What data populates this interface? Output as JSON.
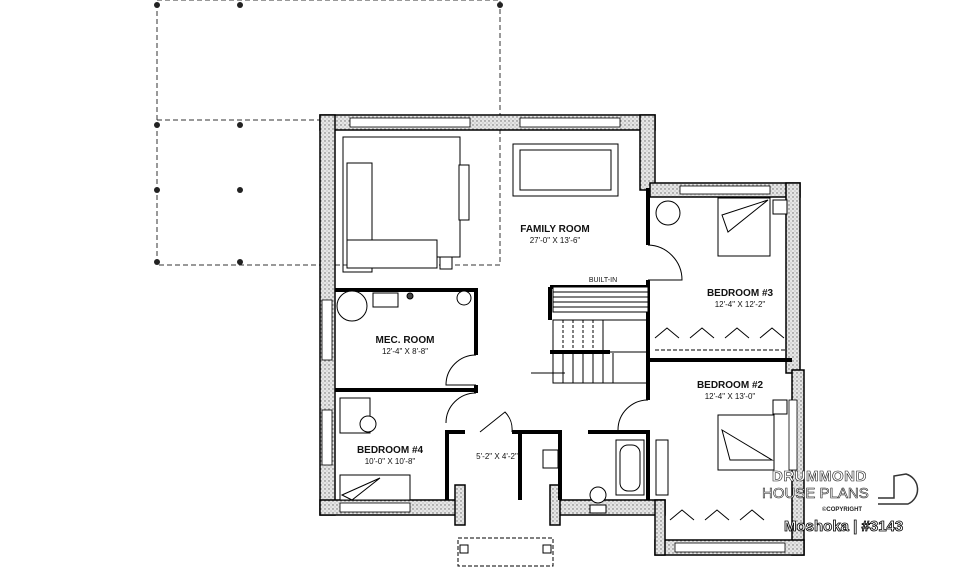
{
  "rooms": [
    {
      "name": "FAMILY ROOM",
      "dims": "27'-0\" X 13'-6\""
    },
    {
      "name": "BEDROOM #3",
      "dims": "12'-4\" X 12'-2\""
    },
    {
      "name": "MEC. ROOM",
      "dims": "12'-4\" X 8'-8\""
    },
    {
      "name": "BEDROOM #2",
      "dims": "12'-4\" X 13'-0\""
    },
    {
      "name": "BEDROOM #4",
      "dims": "10'-0\" X 10'-8\""
    },
    {
      "name": "",
      "dims": "5'-2\" X 4'-2\""
    }
  ],
  "annotations": {
    "built_in": "BUILT-IN"
  },
  "watermark": {
    "line1": "DRUMMOND",
    "line2": "HOUSE PLANS",
    "copyright": "©COPYRIGHT",
    "plan": "Moshoka | #3143"
  }
}
